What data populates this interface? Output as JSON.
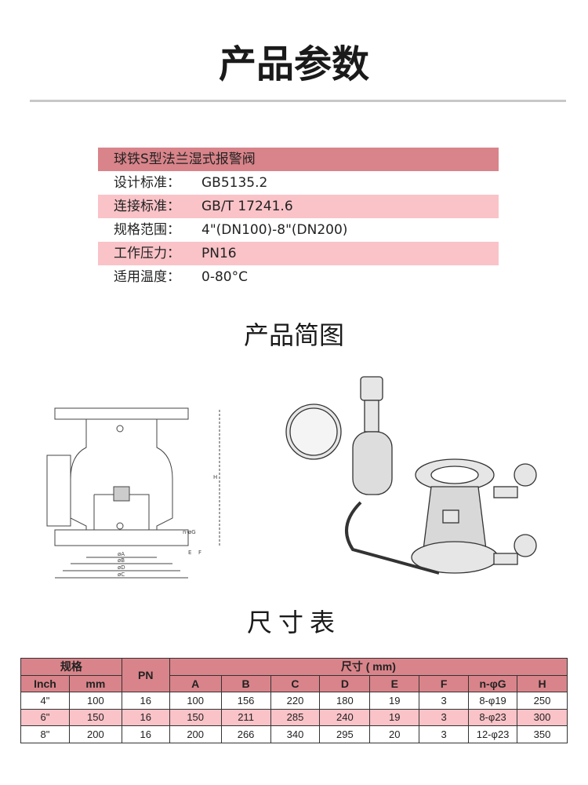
{
  "title": "产品参数",
  "spec": {
    "header": "球铁S型法兰湿式报警阀",
    "rows": [
      {
        "k": "设计标准：",
        "v": "GB5135.2"
      },
      {
        "k": "连接标准：",
        "v": "GB/T 17241.6"
      },
      {
        "k": "规格范围：",
        "v": "4\"(DN100)-8\"(DN200)"
      },
      {
        "k": "工作压力：",
        "v": "PN16"
      },
      {
        "k": "适用温度：",
        "v": "0-80°C"
      }
    ]
  },
  "diagram_title": "产品简图",
  "diagram_labels": {
    "a": "øA",
    "b": "øB",
    "d": "øD",
    "c": "øC",
    "h": "H",
    "g": "n-øG",
    "e": "E",
    "f": "F"
  },
  "table_title": "尺寸表",
  "table": {
    "spec": "规格",
    "pn": "PN",
    "dims": "尺寸 ( mm)",
    "inch": "Inch",
    "mm": "mm",
    "cols": [
      "A",
      "B",
      "C",
      "D",
      "E",
      "F",
      "n-φG",
      "H"
    ],
    "rows": [
      [
        "4\"",
        "100",
        "16",
        "100",
        "156",
        "220",
        "180",
        "19",
        "3",
        "8-φ19",
        "250"
      ],
      [
        "6\"",
        "150",
        "16",
        "150",
        "211",
        "285",
        "240",
        "19",
        "3",
        "8-φ23",
        "300"
      ],
      [
        "8\"",
        "200",
        "16",
        "200",
        "266",
        "340",
        "295",
        "20",
        "3",
        "12-φ23",
        "350"
      ]
    ]
  },
  "colors": {
    "header": "#d9848a",
    "alt_row": "#f9c3c8"
  }
}
